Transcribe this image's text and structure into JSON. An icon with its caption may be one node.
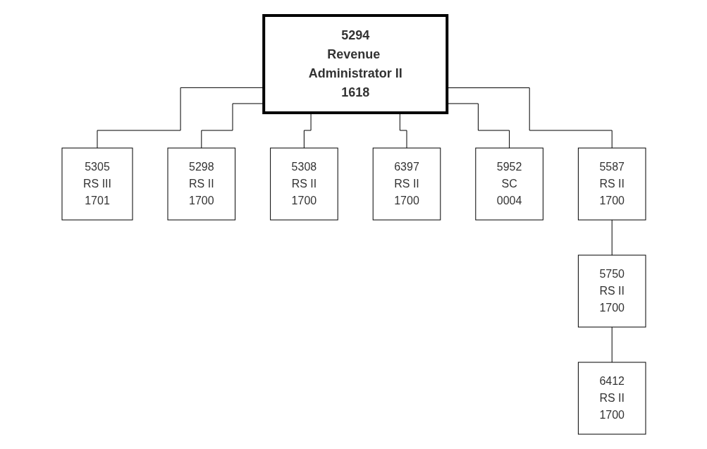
{
  "diagram": {
    "nodes": [
      {
        "text": [
          "5294",
          "Revenue Administrator II",
          "1618"
        ]
      },
      {
        "text": [
          "5305",
          "RS III",
          "1701"
        ]
      },
      {
        "text": [
          "5298",
          "RS II",
          "1700"
        ]
      },
      {
        "text": [
          "5308",
          "RS II",
          "1700"
        ]
      },
      {
        "text": [
          "6397",
          "RS II",
          "1700"
        ]
      },
      {
        "text": [
          "5952",
          "SC",
          "0004"
        ]
      },
      {
        "text": [
          "5587",
          "RS II",
          "1700"
        ]
      },
      {
        "text": [
          "5750",
          "RS II",
          "1700"
        ]
      },
      {
        "text": [
          "6412",
          "RS II",
          "1700"
        ]
      }
    ],
    "edges": [
      {
        "from": 0,
        "to": 1,
        "arrow": "none"
      },
      {
        "from": 0,
        "to": 2,
        "arrow": "none"
      },
      {
        "from": 0,
        "to": 3,
        "arrow": "none"
      },
      {
        "from": 0,
        "to": 4,
        "arrow": "none"
      },
      {
        "from": 0,
        "to": 5,
        "arrow": "none"
      },
      {
        "from": 0,
        "to": 6,
        "arrow": "none"
      },
      {
        "from": 6,
        "to": 7,
        "arrow": "none"
      },
      {
        "from": 7,
        "to": 8,
        "arrow": "none"
      }
    ]
  }
}
